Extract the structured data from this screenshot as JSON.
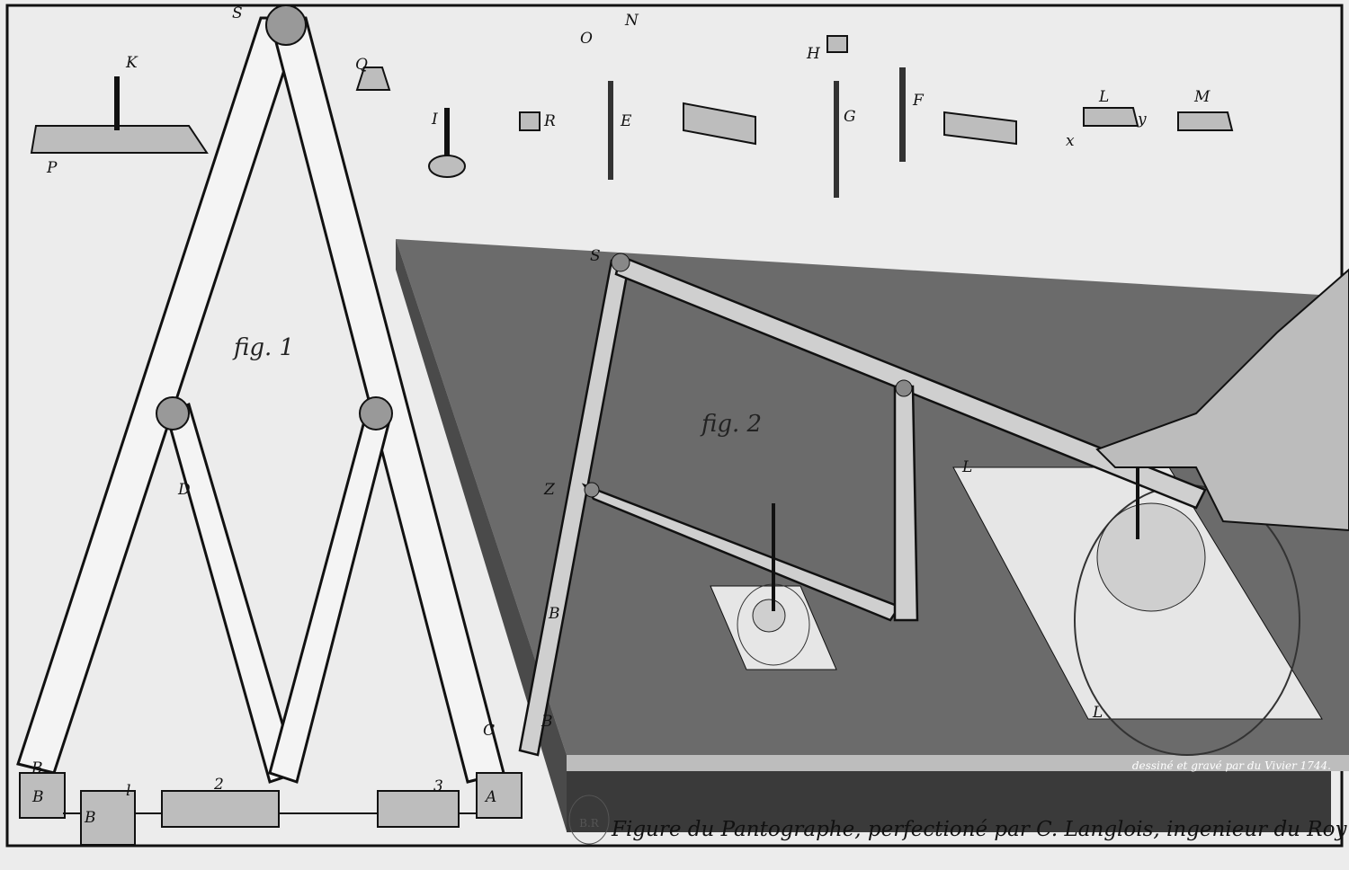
{
  "plate": {
    "caption": "Figure du Pantographe, perfectioné par C. Langlois, ingenieur du Roy &",
    "signature": "dessiné et gravé par du Vivier 1744.",
    "stamp": "B.R",
    "colors": {
      "paper": "#ececec",
      "table": "#6b6b6b",
      "ink": "#111111"
    }
  },
  "figures": {
    "fig1": "fig. 1",
    "fig2": "fig. 2"
  },
  "part_labels": {
    "S": "S",
    "K": "K",
    "P": "P",
    "Q": "Q",
    "I": "I",
    "R": "R",
    "O": "O",
    "N": "N",
    "E": "E",
    "H": "H",
    "G": "G",
    "F": "F",
    "L": "L",
    "x": "x",
    "y": "y",
    "M": "M"
  },
  "fig1_labels": {
    "B_left": "B",
    "B_bottom": "B",
    "D": "D",
    "C": "C",
    "A": "A",
    "one": "l",
    "two": "2",
    "three": "3",
    "B_small": "B"
  },
  "fig2_labels": {
    "S": "S",
    "Z": "Z",
    "B1": "B",
    "B2": "B",
    "L1": "L",
    "L2": "L"
  }
}
